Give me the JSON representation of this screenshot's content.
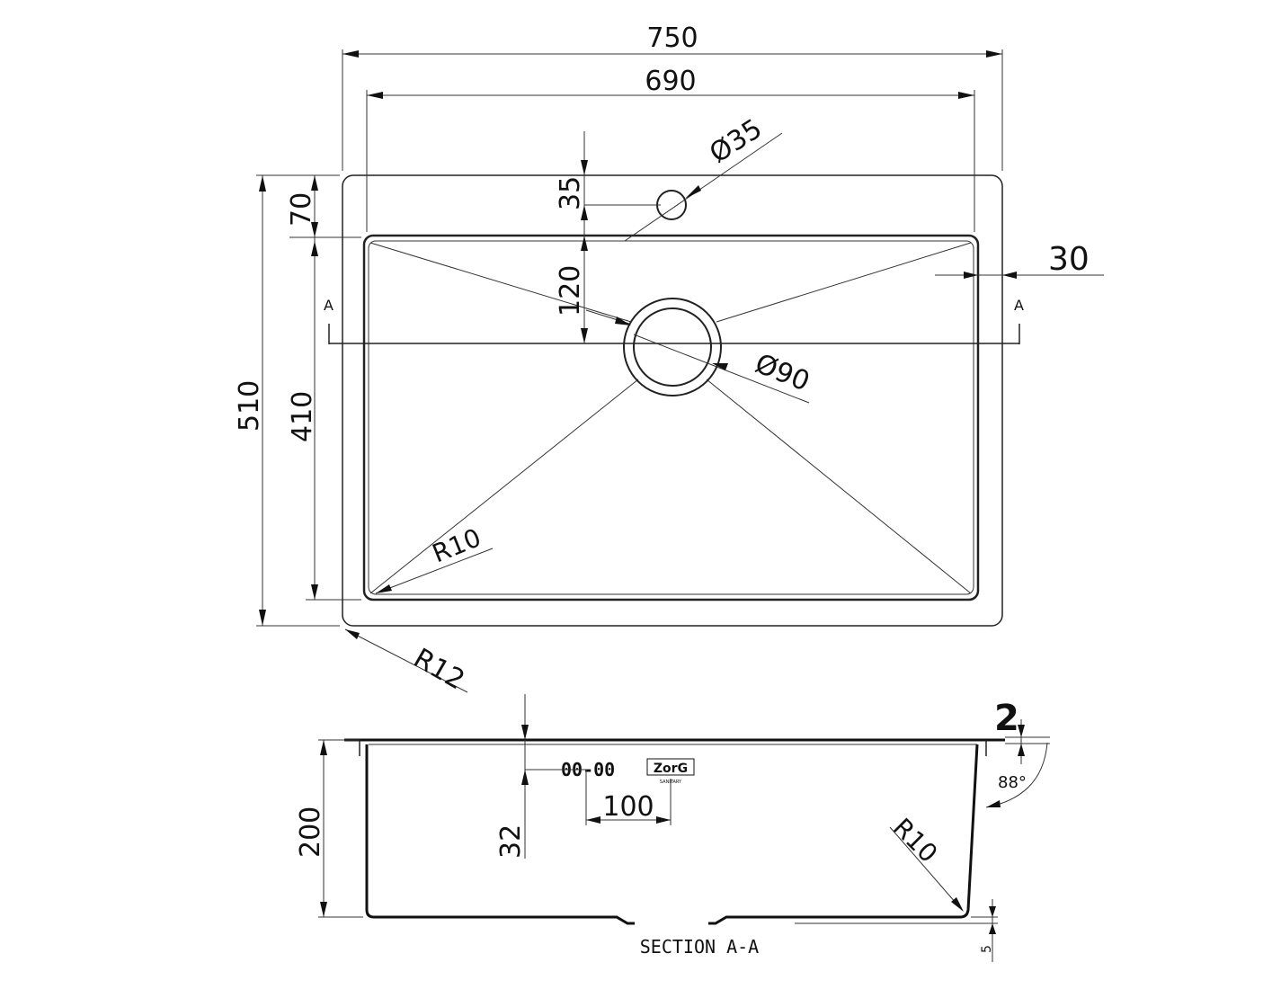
{
  "dimensions": {
    "overall_width": "750",
    "bowl_width": "690",
    "tap_hole_dia": "Ø35",
    "tap_hole_offset": "35",
    "rear_deck": "70",
    "drain_offset": "120",
    "side_rim": "30",
    "drain_dia": "Ø90",
    "overall_depth": "510",
    "bowl_depth": "410",
    "inner_radius": "R10",
    "outer_radius": "R12",
    "section_marker_left": "A",
    "section_marker_right": "A",
    "rim_thickness": "2",
    "wall_angle": "88°",
    "bowl_height": "200",
    "overflow_height": "32",
    "overflow_width": "100",
    "section_radius": "R10",
    "bottom_step": "5"
  },
  "section": {
    "title": "SECTION A-A",
    "overflow_label": "00-00",
    "logo_text": "ZorG",
    "logo_subtext": "SANITARY"
  }
}
